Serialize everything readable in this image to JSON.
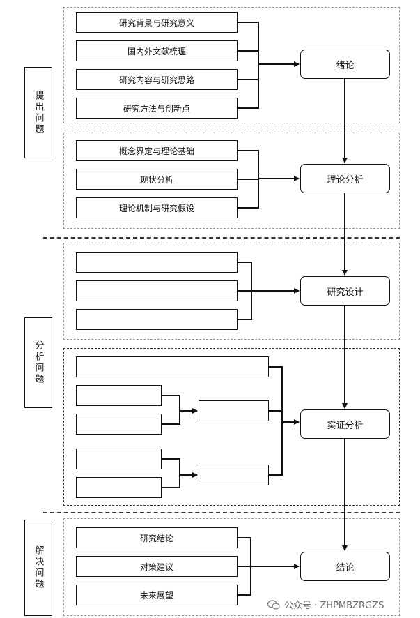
{
  "stages": [
    {
      "id": "s1",
      "label": "提出问题"
    },
    {
      "id": "s2",
      "label": "分析问题"
    },
    {
      "id": "s3",
      "label": "解决问题"
    }
  ],
  "left_boxes": {
    "g1": [
      "研究背景与研究意义",
      "国内外文献梳理",
      "研究内容与研究思路",
      "研究方法与创新点"
    ],
    "g2": [
      "概念界定与理论基础",
      "现状分析",
      "理论机制与研究假设"
    ],
    "g3": [
      "",
      "",
      ""
    ],
    "g4_top": "",
    "g4_sub1": [
      "",
      ""
    ],
    "g4_mid1": "",
    "g4_sub2": [
      "",
      ""
    ],
    "g4_mid2": "",
    "g5": [
      "研究结论",
      "对策建议",
      "未来展望"
    ]
  },
  "right_boxes": [
    "绪论",
    "理论分析",
    "研究设计",
    "实证分析",
    "结论"
  ],
  "watermark": {
    "text": "公众号 · ZHPMBZRGZS",
    "icon": "wechat-icon"
  }
}
